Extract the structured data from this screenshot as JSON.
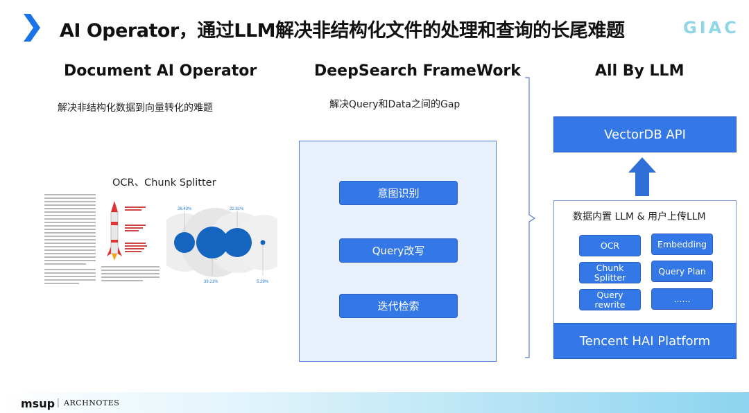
{
  "header": {
    "title": "AI Operator，通过LLM解决非结构化文件的处理和查询的长尾难题",
    "brand_logo": "GIAC"
  },
  "columns": {
    "left": {
      "heading": "Document AI Operator",
      "subtitle": "解决非结构化数据到向量转化的难题",
      "image_caption": "OCR、Chunk Splitter",
      "bubble_labels": [
        "26.43%",
        "22.91%",
        "39.21%",
        "5.29%"
      ]
    },
    "middle": {
      "heading": "DeepSearch FrameWork",
      "subtitle": "解决Query和Data之间的Gap",
      "steps": [
        "意图识别",
        "Query改写",
        "迭代检索"
      ]
    },
    "right": {
      "heading": "All By LLM",
      "top_bar": "VectorDB API",
      "panel_title": "数据内置 LLM & 用户上传LLM",
      "buttons": {
        "ocr": "OCR",
        "embedding": "Embedding",
        "chunk_splitter_line1": "Chunk",
        "chunk_splitter_line2": "Splitter",
        "query_plan": "Query Plan",
        "query_rewrite_line1": "Query",
        "query_rewrite_line2": "rewrite",
        "more": "......"
      },
      "bottom_bar": "Tencent HAI Platform"
    }
  },
  "footer": {
    "brand_left": "msup",
    "brand_right": "ARCHNOTES"
  },
  "colors": {
    "accent": "#3478e8",
    "panel_bg": "#e8f0fc",
    "logo": "#8fd6e6",
    "arrow": "#2f6fd8"
  }
}
